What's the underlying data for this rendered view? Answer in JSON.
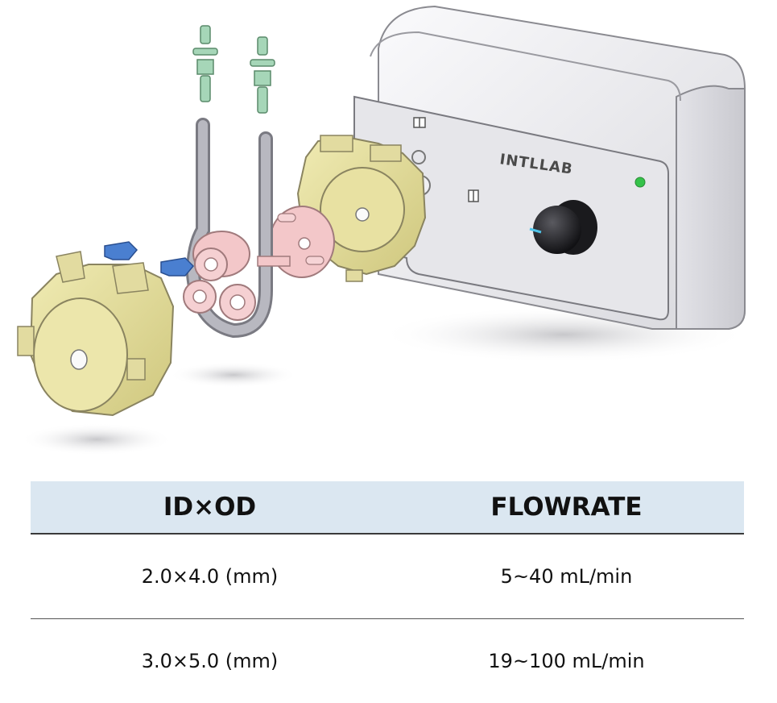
{
  "device": {
    "brand_label": "INTLLAB",
    "colors": {
      "housing": "#f2f2f4",
      "panel": "#e6e6ea",
      "pump_head": "#e6e0a0",
      "rollers": "#f3c7c9",
      "clips": "#4a7fd0",
      "connectors": "#a6d6b8",
      "tube": "#9a9aa0",
      "indicator_led": "#35c24a"
    },
    "icons": [
      "power-switch-icon",
      "direction-switch-icon",
      "speed-knob-icon",
      "indicator-led-icon"
    ]
  },
  "spec_table": {
    "headers": [
      "ID×OD",
      "FLOWRATE"
    ],
    "rows": [
      {
        "id_od": "2.0×4.0 (mm)",
        "flowrate": "5~40 mL/min"
      },
      {
        "id_od": "3.0×5.0 (mm)",
        "flowrate": "19~100 mL/min"
      }
    ],
    "header_bg": "#dbe7f1"
  }
}
